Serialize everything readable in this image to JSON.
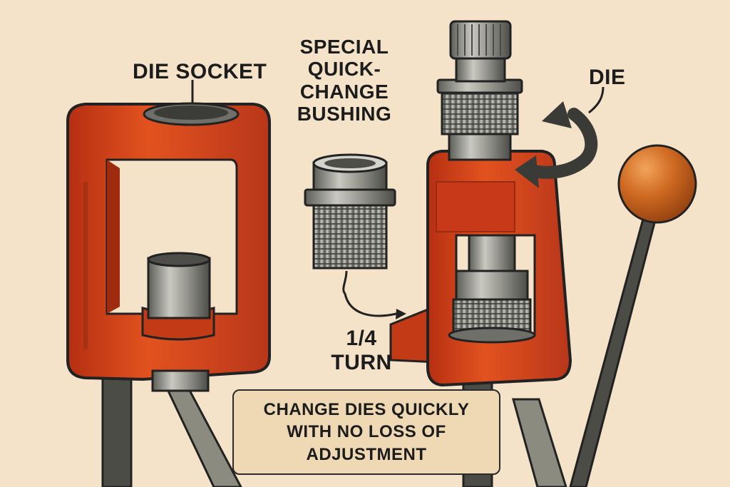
{
  "labels": {
    "die_socket": "DIE SOCKET",
    "bushing": [
      "SPECIAL",
      "QUICK-",
      "CHANGE",
      "BUSHING"
    ],
    "die": "DIE",
    "turn": [
      "1/4",
      "TURN"
    ]
  },
  "caption": [
    "CHANGE DIES QUICKLY",
    "WITH NO LOSS OF",
    "ADJUSTMENT"
  ],
  "colors": {
    "background": "#f4e3c8",
    "press_red": "#d8401b",
    "metal": "#9a9a94",
    "handle_knob": "#d06b22",
    "caption_bg": "#eed9b4"
  }
}
